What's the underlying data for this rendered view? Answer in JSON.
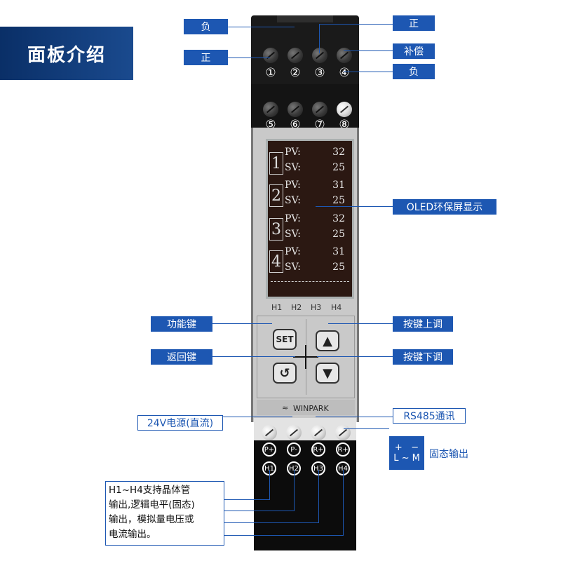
{
  "title": "面板介绍",
  "top_terminals": [
    "①",
    "②",
    "③",
    "④"
  ],
  "mid_terminals": [
    "⑤",
    "⑥",
    "⑦",
    "⑧"
  ],
  "labels": {
    "fu_left": "负",
    "zheng_left": "正",
    "zheng_right": "正",
    "buchang": "补偿",
    "fu_right": "负",
    "oled": "OLED环保屏显示",
    "func_key": "功能键",
    "return_key": "返回键",
    "up_key": "按键上调",
    "down_key": "按键下调",
    "power": "24V电源(直流)",
    "rs485": "RS485通讯",
    "solid_state": "固态输出",
    "plus_minus": "+   −",
    "lm": "L ~ M",
    "h_output": [
      "H1~H4支持晶体管",
      "输出,逻辑电平(固态)",
      "输出，模拟量电压或",
      "电流输出。"
    ]
  },
  "channels": [
    {
      "num": "1",
      "pv_label": "PV:",
      "pv": "32",
      "sv_label": "SV:",
      "sv": "25"
    },
    {
      "num": "2",
      "pv_label": "PV:",
      "pv": "31",
      "sv_label": "SV:",
      "sv": "25"
    },
    {
      "num": "3",
      "pv_label": "PV:",
      "pv": "32",
      "sv_label": "SV:",
      "sv": "25"
    },
    {
      "num": "4",
      "pv_label": "PV:",
      "pv": "31",
      "sv_label": "SV:",
      "sv": "25"
    }
  ],
  "h_labels": [
    "H1",
    "H2",
    "H3",
    "H4"
  ],
  "keys": {
    "set": "SET",
    "back": "↺",
    "up": "▲",
    "down": "▼"
  },
  "brand": "WINPARK",
  "bottom_pins_top": [
    "P+",
    "P-",
    "R+",
    "R+"
  ],
  "bottom_pins_low": [
    "H1",
    "H2",
    "H3",
    "H4"
  ]
}
